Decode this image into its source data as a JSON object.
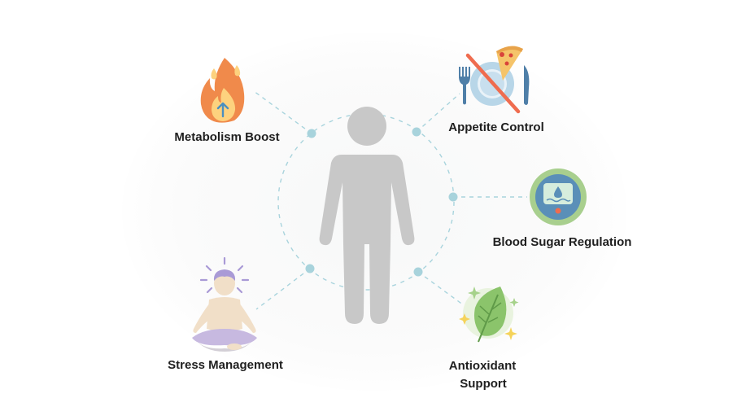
{
  "diagram": {
    "center": {
      "label": "",
      "icon": "person-silhouette-icon"
    },
    "benefits": [
      {
        "id": "metabolism",
        "label": "Metabolism Boost",
        "icon": "flame-arrow-up-icon"
      },
      {
        "id": "appetite",
        "label": "Appetite Control",
        "icon": "plate-no-pizza-icon"
      },
      {
        "id": "blood-sugar",
        "label": "Blood Sugar Regulation",
        "icon": "glucose-monitor-icon"
      },
      {
        "id": "antioxidant",
        "label_line1": "Antioxidant",
        "label_line2": "Support",
        "icon": "leaf-sparkle-icon"
      },
      {
        "id": "stress",
        "label": "Stress Management",
        "icon": "meditation-icon"
      }
    ],
    "colors": {
      "figure": "#c8c8c8",
      "connector": "#a9d4dd",
      "node": "#a8d3dc",
      "text": "#1f1f1f",
      "flame_outer": "#f08a4b",
      "flame_inner": "#fdd27e",
      "arrow": "#4a8fc0",
      "plate": "#b8d6e8",
      "cutlery": "#4f7fa8",
      "slash": "#ef6c4f",
      "monitor_ring": "#a8cf8e",
      "monitor_body": "#5a8fb8",
      "screen": "#d6eddd",
      "leaf": "#8bc46b",
      "sparkle": "#f5d35a",
      "meditation_skin": "#f1dfc8",
      "meditation_hair": "#a99ad6"
    }
  }
}
